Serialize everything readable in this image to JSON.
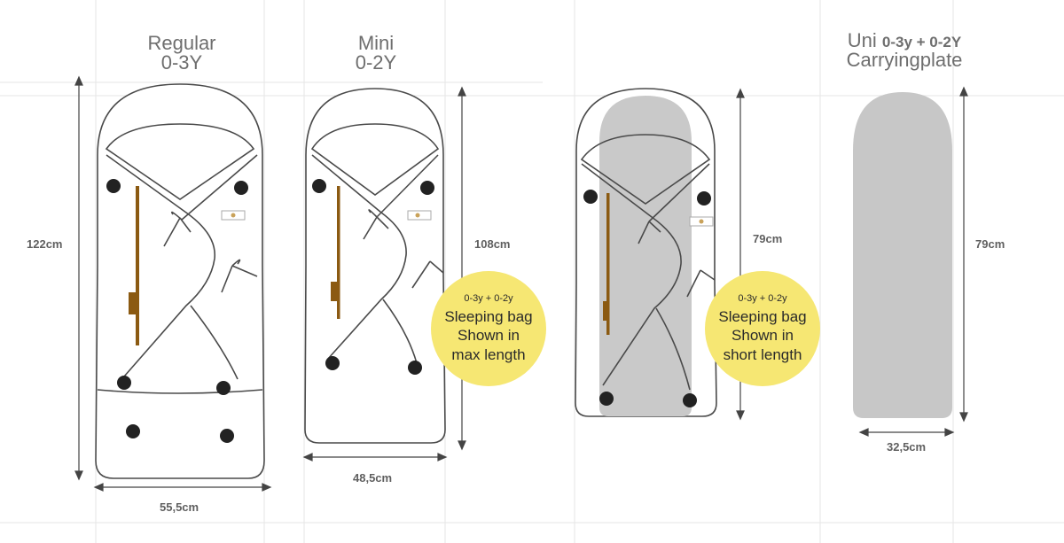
{
  "products": [
    {
      "name": "Regular",
      "age": "0-3Y",
      "height": "122cm",
      "width": "55,5cm"
    },
    {
      "name": "Mini",
      "age": "0-2Y",
      "height": "108cm",
      "width": "48,5cm"
    },
    {
      "height": "79cm"
    },
    {
      "name": "Uni",
      "name_bold": "0-3y + 0-2Y",
      "subtitle": "Carryingplate",
      "height": "79cm",
      "width": "32,5cm"
    }
  ],
  "badges": [
    {
      "age": "0-3y + 0-2y",
      "line1": "Sleeping bag",
      "line2": "Shown in",
      "line3": "max length"
    },
    {
      "age": "0-3y + 0-2y",
      "line1": "Sleeping bag",
      "line2": "Shown in",
      "line3": "short length"
    }
  ],
  "colors": {
    "badge": "#f6e773",
    "plate": "#c7c7c7",
    "outline": "#4a4a4a",
    "zipper": "#8b5a12",
    "grid": "#e6e6e6"
  }
}
